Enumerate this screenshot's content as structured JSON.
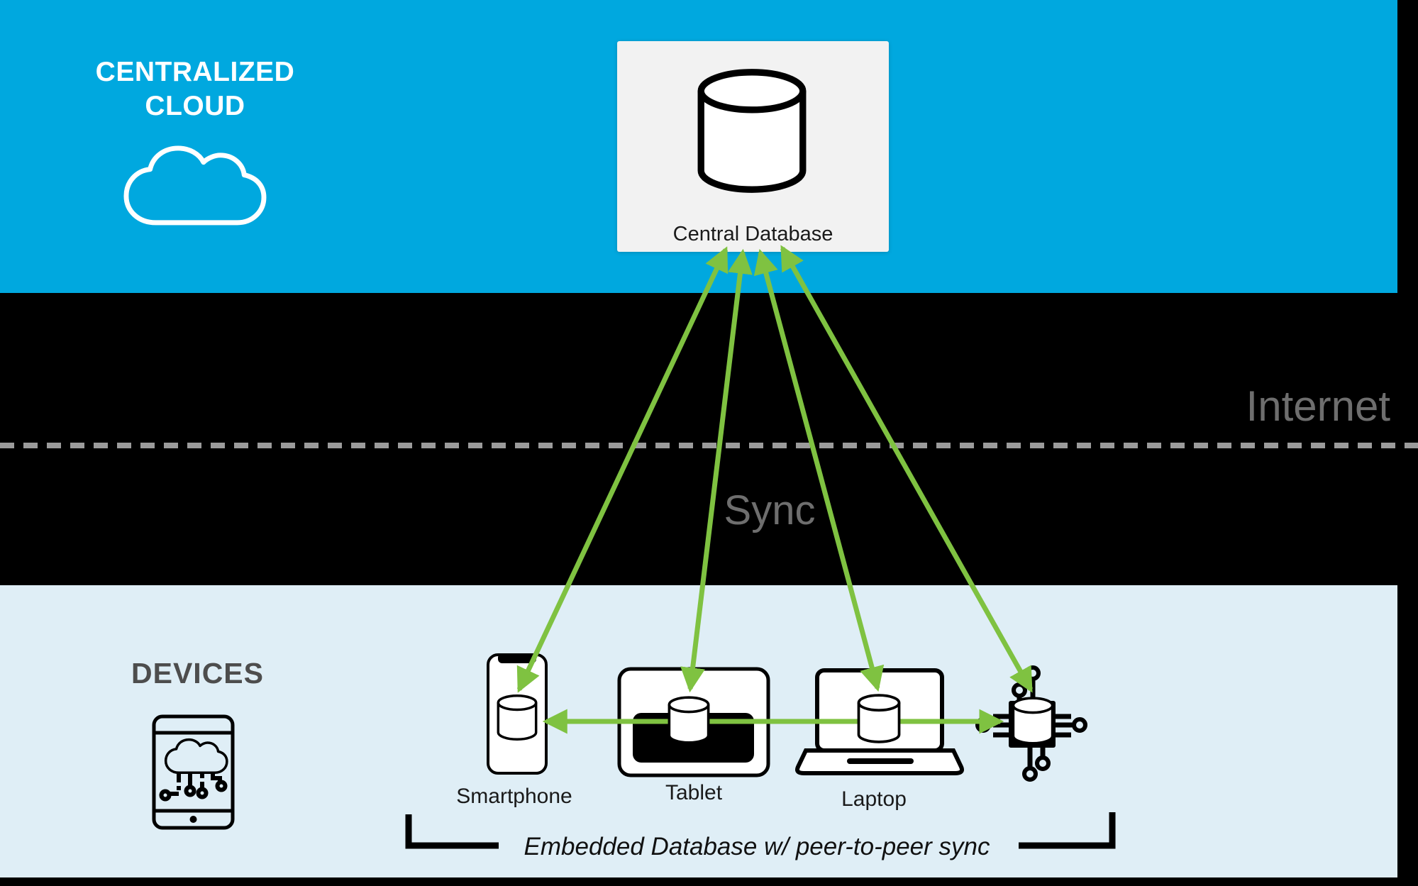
{
  "colors": {
    "cyan": "#00A8DF",
    "light_blue": "#DFEEF6",
    "green": "#7FC241",
    "gray_text": "#6E6E6E",
    "dark_gray_text": "#4D4D4D",
    "dash_gray": "#9B9B9B",
    "box_bg": "#F2F2F2",
    "ink": "#000000"
  },
  "cloud_section": {
    "title_line1": "CENTRALIZED",
    "title_line2": "CLOUD",
    "central_database_label": "Central Database"
  },
  "network_divider": {
    "internet_label": "Internet",
    "sync_label": "Sync"
  },
  "devices_section": {
    "title": "DEVICES",
    "device_labels": [
      "Smartphone",
      "Tablet",
      "Laptop"
    ],
    "embedded_note": "Embedded Database w/ peer-to-peer sync"
  }
}
